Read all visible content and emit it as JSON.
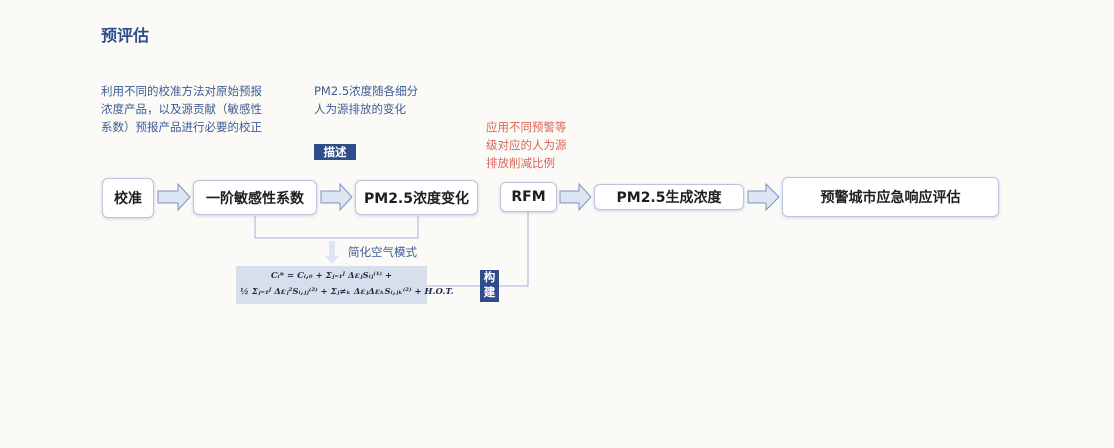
{
  "title": "预评估",
  "notes": {
    "left": [
      "利用不同的校准方法对原始预报",
      "浓度产品，以及源贡献（敏感性",
      "系数）预报产品进行必要的校正"
    ],
    "middle": [
      "PM2.5浓度随各细分",
      "人为源排放的变化"
    ],
    "right": [
      "应用不同预警等",
      "级对应的人为源",
      "排放削减比例"
    ]
  },
  "tags": {
    "describe": "描述",
    "build": "构建"
  },
  "boxes": {
    "calibrate": "校准",
    "sensitivity": "一阶敏感性系数",
    "pm_change": "PM2.5浓度变化",
    "rfm": "RFM",
    "pm_generated": "PM2.5生成浓度",
    "evaluation": "预警城市应急响应评估"
  },
  "simplify_label": "简化空气模式",
  "formula": {
    "line1": "Cᵢ* = Cᵢ,₀ + Σⱼ₌₁ᴶ ΔεⱼSᵢⱼ⁽¹⁾ +",
    "line2": "½ Σⱼ₌₁ᴶ Δεⱼ²Sᵢ,ⱼⱼ⁽²⁾ + Σⱼ≠ₖ ΔεⱼΔεₖSᵢ,ⱼₖ⁽²⁾ + H.O.T."
  },
  "colors": {
    "accent": "#2f4d8a",
    "note_text": "#3e5c94",
    "warning_text": "#d9665c",
    "arrow_fill": "#dde4f2",
    "arrow_stroke": "#7f93c0",
    "formula_bg": "#d8dfec"
  }
}
